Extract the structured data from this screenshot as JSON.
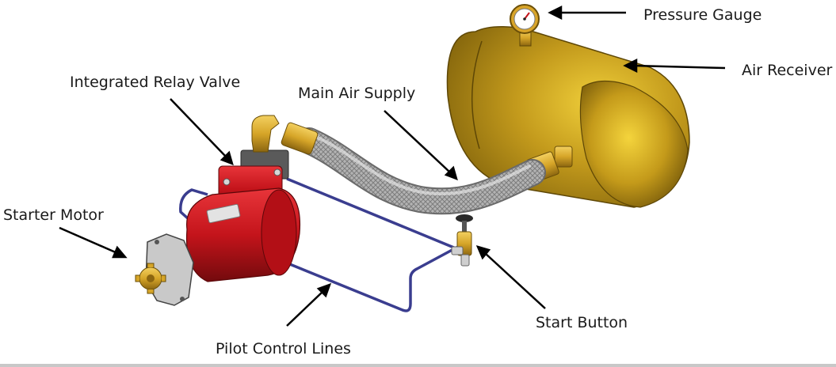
{
  "labels": {
    "pressure_gauge": "Pressure Gauge",
    "air_receiver": "Air Receiver",
    "integrated_relay_valve": "Integrated Relay Valve",
    "main_air_supply": "Main Air Supply",
    "starter_motor": "Starter Motor",
    "start_button": "Start Button",
    "pilot_control_lines": "Pilot Control Lines"
  },
  "colors": {
    "tank": "#b58d15",
    "tank_highlight": "#e6bf2c",
    "motor_red": "#c4141b",
    "motor_dark": "#7a0a0e",
    "pilot_line": "#3a3d8f",
    "hose": "#a9a9a9",
    "brass": "#d6a528",
    "flange": "#c9c9c9"
  }
}
